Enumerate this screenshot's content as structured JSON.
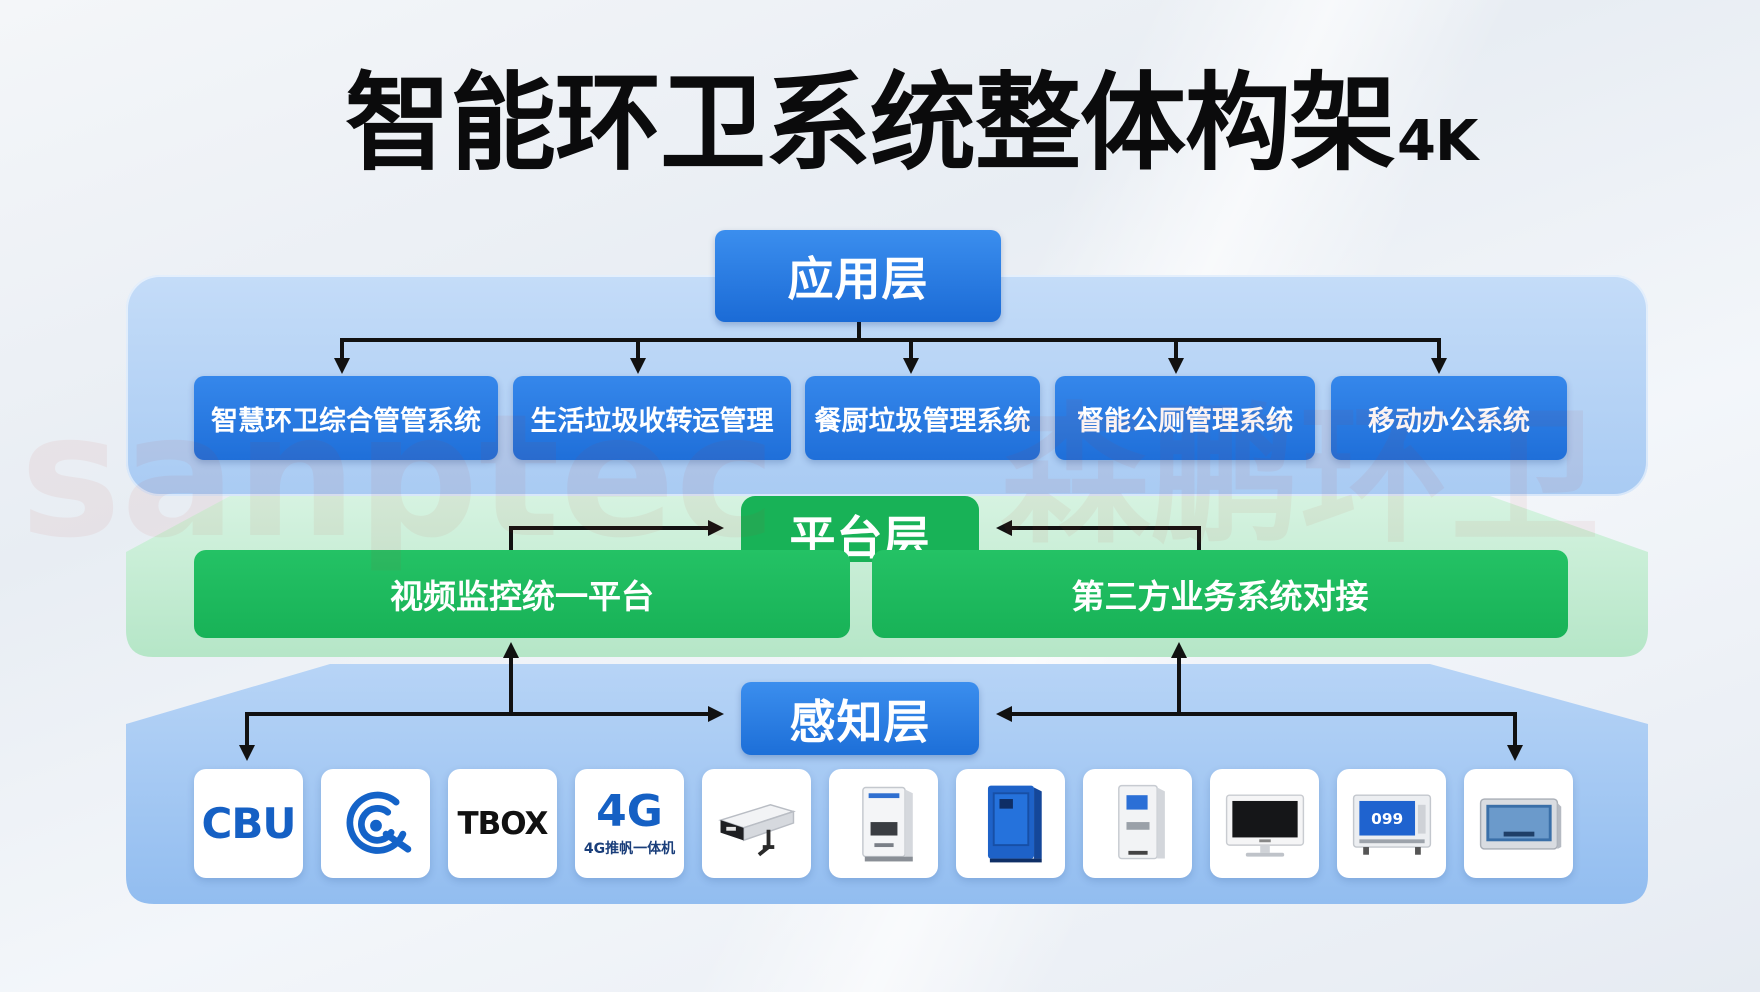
{
  "title": {
    "main": "智能环卫系统整体构架",
    "suffix": "4K"
  },
  "watermark": {
    "latin": "sanptec",
    "chinese": "森鹏环卫"
  },
  "colors": {
    "header_blue": "#1b6bd6",
    "system_blue": "#1f6fd9",
    "platform_green": "#18b257",
    "app_panel": "#a9cbf3",
    "perception_blue": "#1d6fd8",
    "logo_blue": "#1560c4",
    "arrow": "#111111"
  },
  "application_layer": {
    "label": "应用层",
    "systems": [
      {
        "label": "智慧环卫综合管管系统"
      },
      {
        "label": "生活垃圾收转运管理"
      },
      {
        "label": "餐厨垃圾管理系统"
      },
      {
        "label": "督能公厕管理系统"
      },
      {
        "label": "移动办公系统"
      }
    ]
  },
  "platform_layer": {
    "label": "平台层",
    "modules": [
      {
        "label": "视频监控统一平台"
      },
      {
        "label": "第三方业务系统对接"
      }
    ]
  },
  "perception_layer": {
    "label": "感知层",
    "devices": [
      {
        "icon": "cbu-logo",
        "text": "CBU"
      },
      {
        "icon": "signal-swirl-icon"
      },
      {
        "icon": "tbox-logo",
        "text": "TBOX"
      },
      {
        "icon": "4g-device-logo",
        "text": "4G",
        "caption": "4G推帆一体机"
      },
      {
        "icon": "camera-device-icon"
      },
      {
        "icon": "white-cabinet-icon"
      },
      {
        "icon": "blue-cabinet-icon"
      },
      {
        "icon": "white-kiosk-icon"
      },
      {
        "icon": "monitor-icon"
      },
      {
        "icon": "display-panel-icon",
        "screen_text": "099"
      },
      {
        "icon": "tablet-display-icon"
      }
    ]
  }
}
